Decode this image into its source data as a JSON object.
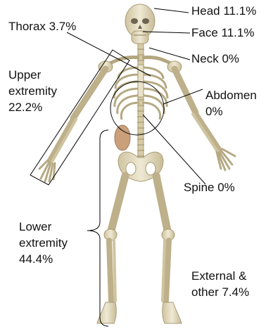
{
  "labels": {
    "head": "Head 11.1%",
    "face": "Face 11.1%",
    "neck": "Neck 0%",
    "thorax": "Thorax 3.7%",
    "upper": [
      "Upper",
      "extremity",
      "22.2%"
    ],
    "abdomen": [
      "Abdomen",
      "0%"
    ],
    "spine": "Spine 0%",
    "lower": [
      "Lower",
      "extremity",
      "44.4%"
    ],
    "external": [
      "External &",
      "other 7.4%"
    ]
  },
  "colors": {
    "bone": "#e8e1c7",
    "bone_shade": "#b9ad88",
    "text": "#111111",
    "line": "#000000"
  }
}
